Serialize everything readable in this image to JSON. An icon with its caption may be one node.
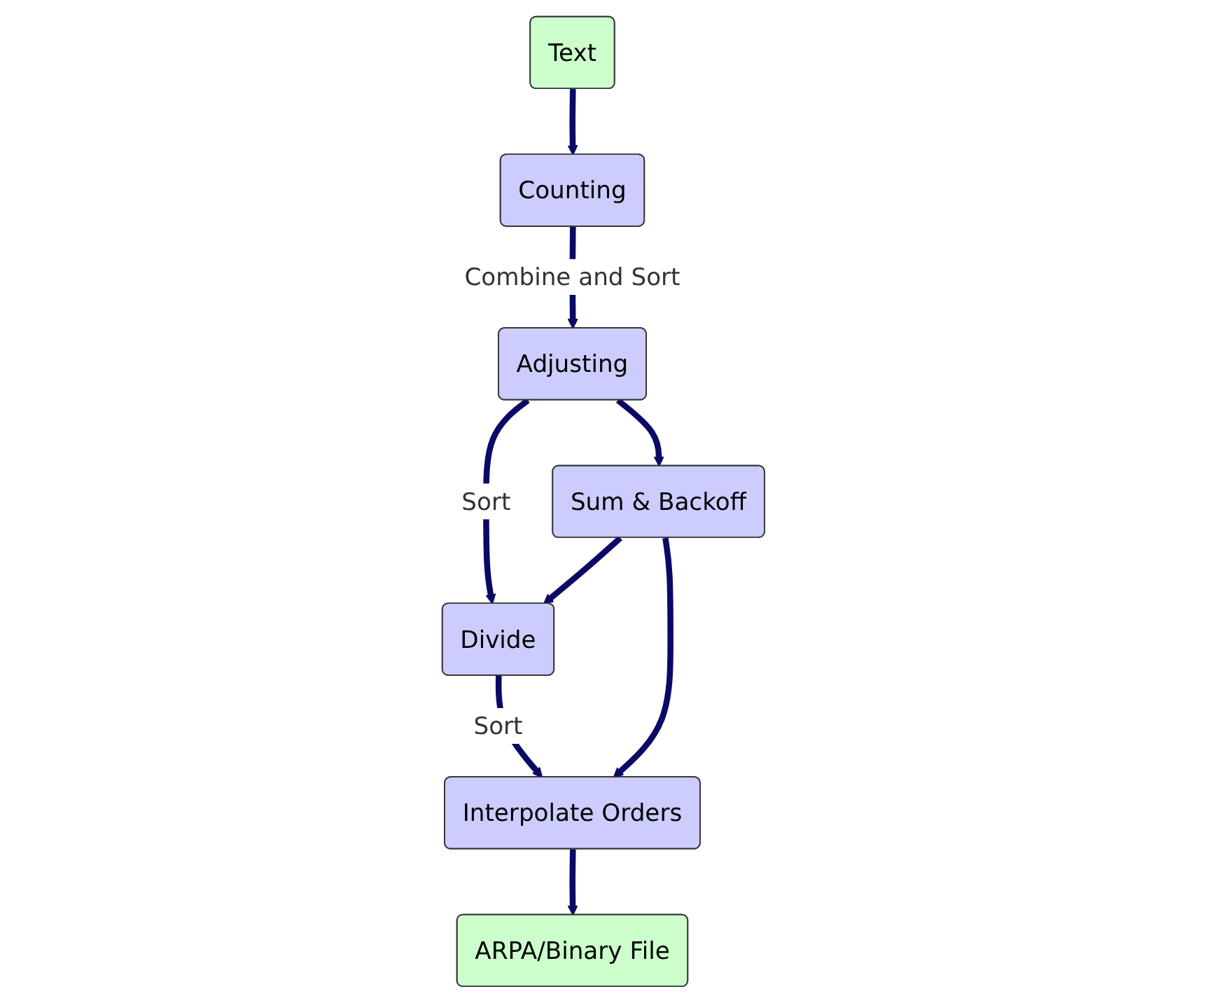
{
  "diagram": {
    "nodes": [
      {
        "text": [
          "Text"
        ]
      },
      {
        "text": [
          "Counting"
        ]
      },
      {
        "text": [
          "Adjusting"
        ]
      },
      {
        "text": [
          "Sum & Backoff"
        ]
      },
      {
        "text": [
          "Divide"
        ]
      },
      {
        "text": [
          "Interpolate Orders"
        ]
      },
      {
        "text": [
          "ARPA/Binary File"
        ]
      }
    ],
    "edges": [
      {
        "from": 0,
        "to": 1,
        "arrow": "to"
      },
      {
        "from": 1,
        "to": 2,
        "arrow": "to",
        "label": "Combine and Sort"
      },
      {
        "from": 2,
        "to": 4,
        "arrow": "to",
        "label": "Sort"
      },
      {
        "from": 2,
        "to": 3,
        "arrow": "to"
      },
      {
        "from": 3,
        "to": 4,
        "arrow": "to"
      },
      {
        "from": 4,
        "to": 5,
        "arrow": "to",
        "label": "Sort"
      },
      {
        "from": 3,
        "to": 5,
        "arrow": "to"
      },
      {
        "from": 5,
        "to": 6,
        "arrow": "to"
      }
    ]
  }
}
